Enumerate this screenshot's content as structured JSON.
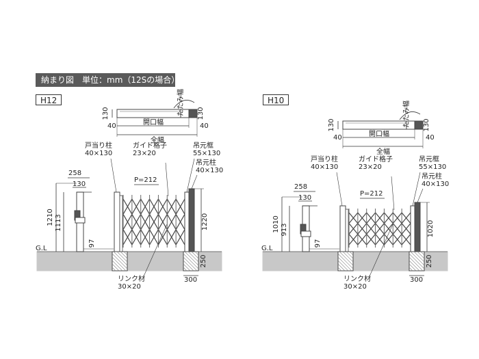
{
  "header": {
    "title": "納まり図　単位：mm（12Sの場合）"
  },
  "colors": {
    "accent_box": "#555555",
    "frame": "#444444",
    "ground": "#c8c8c8",
    "dimension": "#333333"
  },
  "panels": [
    {
      "id": "h12",
      "label": "H12",
      "top_view": {
        "depth": "130",
        "left_margin": "40",
        "right_margin": "40",
        "opening": "開口幅",
        "total": "全幅",
        "fold_width": "たたみ幅"
      },
      "callouts": {
        "door_post": [
          "戸当り柱",
          "40×130"
        ],
        "guide": [
          "ガイド格子",
          "23×20"
        ],
        "hanging_frame": [
          "吊元框",
          "55×130"
        ],
        "hanging_post": [
          "吊元柱",
          "40×130"
        ],
        "link": [
          "リンク材",
          "30×20"
        ]
      },
      "dims": {
        "w258": "258",
        "w130": "130",
        "pitch": "P=212",
        "h_total": "1210",
        "h_post": "1113",
        "h_right": "1220",
        "gap": "97",
        "footing": "250",
        "footing_w": "300"
      },
      "ground_label": "G.L"
    },
    {
      "id": "h10",
      "label": "H10",
      "top_view": {
        "depth": "130",
        "left_margin": "40",
        "right_margin": "40",
        "opening": "開口幅",
        "total": "全幅",
        "fold_width": "たたみ幅"
      },
      "callouts": {
        "door_post": [
          "戸当り柱",
          "40×130"
        ],
        "guide": [
          "ガイド格子",
          "23×20"
        ],
        "hanging_frame": [
          "吊元框",
          "55×130"
        ],
        "hanging_post": [
          "吊元柱",
          "40×130"
        ],
        "link": [
          "リンク材",
          "30×20"
        ]
      },
      "dims": {
        "w258": "258",
        "w130": "130",
        "pitch": "P=212",
        "h_total": "1010",
        "h_post": "913",
        "h_right": "1020",
        "gap": "97",
        "footing": "250",
        "footing_w": "300"
      },
      "ground_label": "G.L"
    }
  ]
}
